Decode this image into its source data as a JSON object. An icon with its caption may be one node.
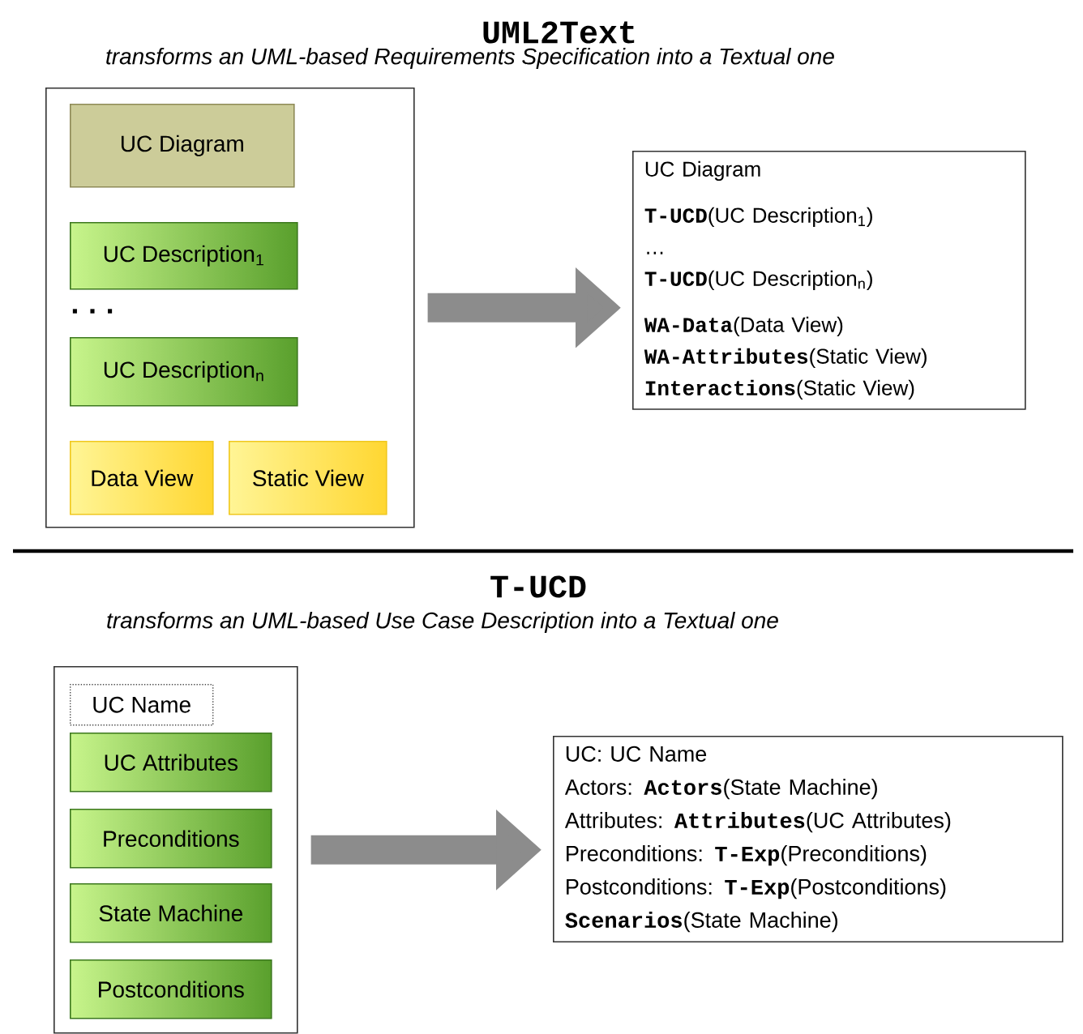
{
  "diagram": {
    "nodes": [
      {
        "text": [],
        "shape": "box"
      },
      {
        "text": [
          "UC Diagram"
        ],
        "in": 0
      },
      {
        "text": [
          "UC Description$_{1}$"
        ],
        "in": 0
      },
      {
        "text": [
          "UC Description$_{n}$"
        ],
        "in": 0
      },
      {
        "text": [
          "Data View"
        ],
        "in": 0
      },
      {
        "text": [
          "Static View"
        ],
        "in": 0
      },
      {
        "text": [
          "UC Diagram",
          "**T-UCD**(UC Description$_{1}$)",
          "…",
          "**T-UCD**(UC Description$_{n}$)",
          "**WA-Data**(Data View)",
          "**WA-Attributes**(Static View)",
          "**Interactions**(Static View)"
        ]
      },
      {
        "text": [],
        "shape": "box"
      },
      {
        "text": [
          "UC Name"
        ],
        "in": 7
      },
      {
        "text": [
          "UC Attributes"
        ],
        "in": 7
      },
      {
        "text": [
          "Preconditions"
        ],
        "in": 7
      },
      {
        "text": [
          "State Machine"
        ],
        "in": 7
      },
      {
        "text": [
          "Postconditions"
        ],
        "in": 7
      },
      {
        "text": [
          "UC: UC Name",
          "Actors: **Actors**(State Machine)",
          "Attributes: **Attributes**(UC Attributes)",
          "Preconditions: **T-Exp**(Preconditions)",
          "Postconditions: **T-Exp**(Postconditions)",
          "**Scenarios**(State Machine)"
        ]
      }
    ],
    "edges": [
      {
        "from": 0,
        "to": 6,
        "arrow": "to"
      },
      {
        "from": 7,
        "to": 13,
        "arrow": "to"
      }
    ],
    "labels": [
      "UML2Text",
      "transforms an UML-based Requirements Specification into a Textual one",
      "...",
      "T-UCD",
      "transforms an UML-based Use Case Description into a Textual one"
    ]
  }
}
